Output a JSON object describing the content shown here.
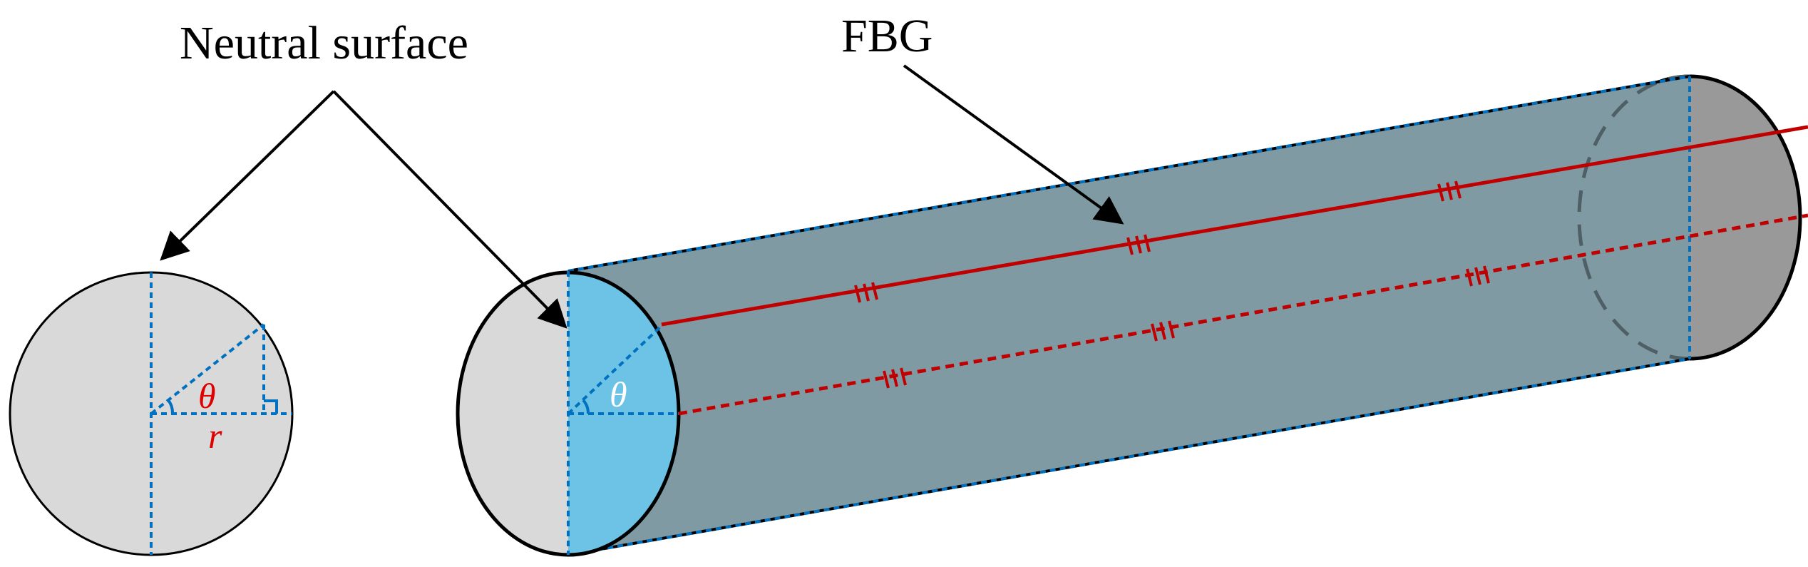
{
  "labels": {
    "neutral_surface": "Neutral surface",
    "fbg": "FBG",
    "theta_small": "θ",
    "r_small": "r",
    "theta_large": "θ"
  },
  "icons": {
    "arrow": "arrow-icon",
    "right_angle": "right-angle-marker-icon",
    "grating": "grating-ticks-icon"
  },
  "colors": {
    "cross_section_fill": "#d9d9d9",
    "neutral_half_fill": "#6cc3e6",
    "cylinder_body_fill": "#7f9aa3",
    "far_cap_fill": "#999999",
    "construction_blue": "#0070c0",
    "fiber_red": "#c00000",
    "outline": "#000000",
    "hidden_edge": "#4f5f66"
  }
}
